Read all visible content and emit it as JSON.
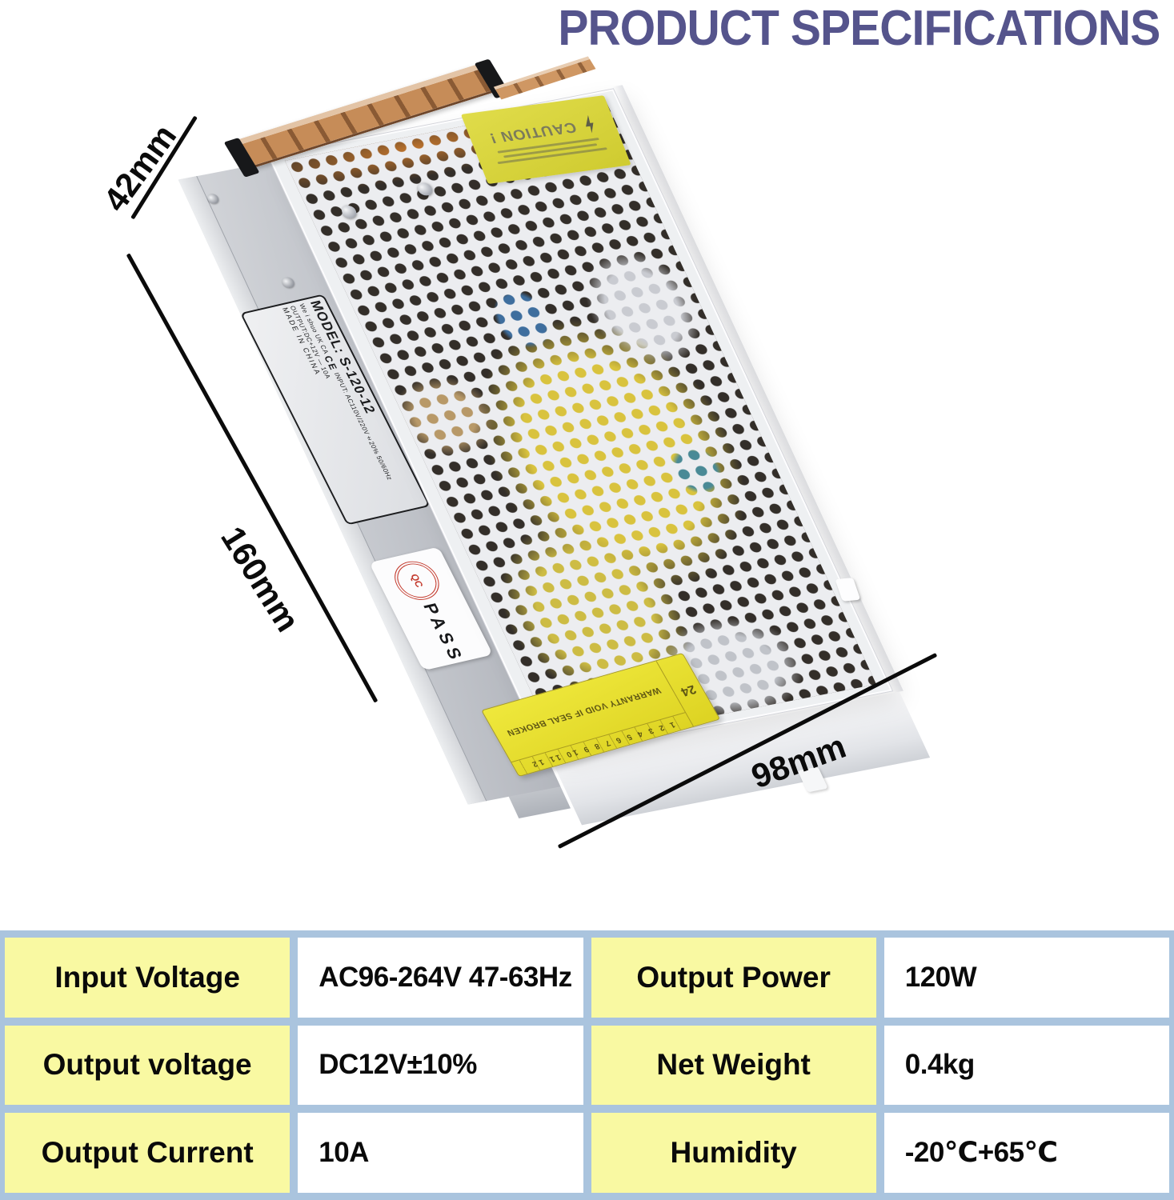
{
  "title": "PRODUCT SPECIFICATIONS",
  "dimension_labels": {
    "height": "42mm",
    "length": "160mm",
    "width": "98mm"
  },
  "device_label": {
    "model": "MODEL: S-120-12",
    "brand": "We i shuo",
    "ukca": "UK CA",
    "ce": "CE",
    "input": "INPUT: AC110V/220V±20% 50/60Hz",
    "output": "OUTPUT:DC+12V — 10A",
    "made_in": "MADE IN CHINA"
  },
  "caution_sticker": {
    "text": "CAUTION !"
  },
  "qc_sticker": {
    "stamp": "QC",
    "pass": "PASS"
  },
  "warranty_sticker": {
    "numbers": "1 2 3 4 5 6 7 8 9 10 11 12",
    "text": "WARRANTY VOID IF SEAL BROKEN",
    "big_number": "24"
  },
  "spec_table": {
    "rows": [
      [
        "Input Voltage",
        "AC96-264V 47-63Hz",
        "Output Power",
        "120W"
      ],
      [
        "Output voltage",
        "DC12V±10%",
        "Net Weight",
        "0.4kg"
      ],
      [
        "Output Current",
        "10A",
        "Humidity",
        "-20℃+65℃"
      ]
    ]
  },
  "colors": {
    "title": "#55548c",
    "table_border": "#aac4de",
    "label_cell_yellow": "#f9f9a2",
    "caution_sticker_yellow": "#d8d43c",
    "warranty_sticker_yellow": "#e9e232"
  }
}
